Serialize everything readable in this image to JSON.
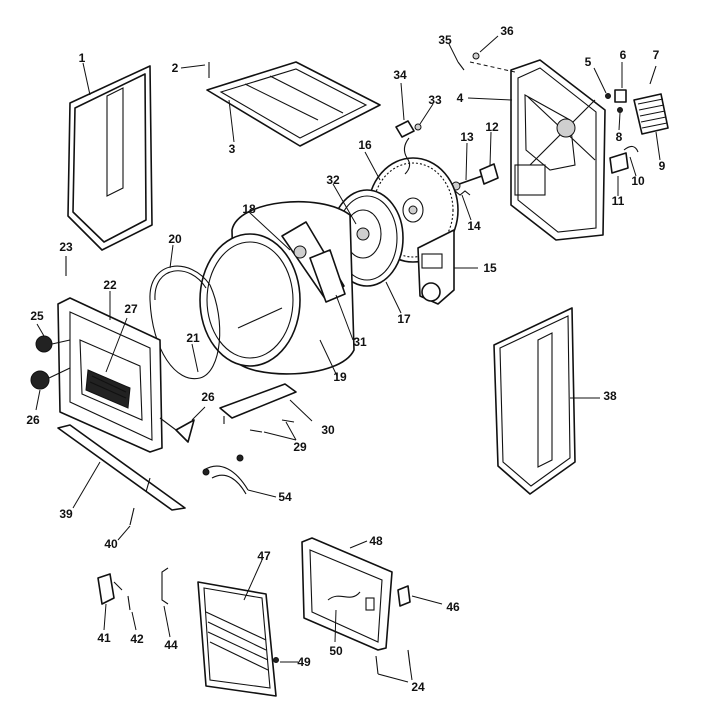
{
  "diagram": {
    "labels": {
      "p1": "1",
      "p2": "2",
      "p3": "3",
      "p4": "4",
      "p5": "5",
      "p6": "6",
      "p7": "7",
      "p8": "8",
      "p9": "9",
      "p10": "10",
      "p11": "11",
      "p12": "12",
      "p13": "13",
      "p14": "14",
      "p15": "15",
      "p16": "16",
      "p17": "17",
      "p18": "18",
      "p19": "19",
      "p20": "20",
      "p21": "21",
      "p22": "22",
      "p23": "23",
      "p24": "24",
      "p25": "25",
      "p26a": "26",
      "p26b": "26",
      "p27": "27",
      "p29": "29",
      "p30": "30",
      "p31": "31",
      "p32": "32",
      "p33": "33",
      "p34": "34",
      "p35": "35",
      "p36": "36",
      "p38": "38",
      "p39": "39",
      "p40": "40",
      "p41": "41",
      "p42": "42",
      "p44": "44",
      "p46": "46",
      "p47": "47",
      "p48": "48",
      "p49": "49",
      "p50": "50",
      "p54": "54"
    }
  }
}
